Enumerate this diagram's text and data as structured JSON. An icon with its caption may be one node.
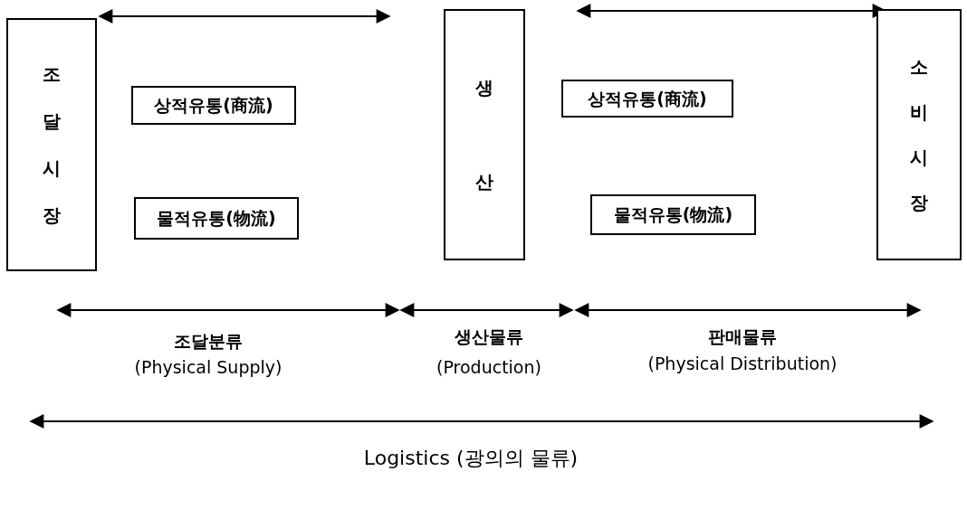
{
  "diagram": {
    "nodes": [
      {
        "text": [
          "조달시장"
        ]
      },
      {
        "text": [
          "상적유통(商流)"
        ]
      },
      {
        "text": [
          "물적유통(物流)"
        ]
      },
      {
        "text": [
          "생산"
        ]
      },
      {
        "text": [
          "상적유통(商流)"
        ]
      },
      {
        "text": [
          "물적유통(物流)"
        ]
      },
      {
        "text": [
          "소비시장"
        ]
      }
    ],
    "labels": [
      "조달분류",
      "(Physical Supply)",
      "생산물류",
      "(Production)",
      "판매물류",
      "(Physical Distribution)",
      "Logistics (광의의 물류)"
    ]
  }
}
